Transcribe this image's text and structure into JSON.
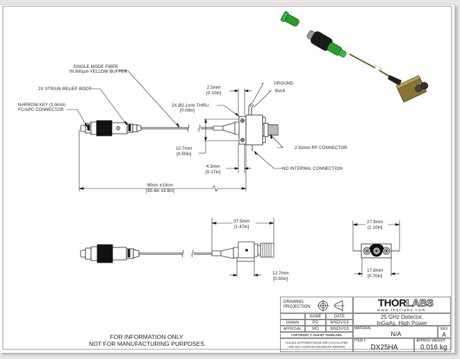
{
  "callouts": {
    "fiber_line1": "SINGLE MODE FIBER",
    "fiber_line2": "IN 900µm YELLOW BUFFER",
    "boot": "2X STRAIN RELIEF BOOT",
    "key_line1": "NARROW KEY (2.0mm)",
    "key_line2": "FC/APC CONNECTOR",
    "thru_line1": "2X Ø2.1mm THRU",
    "thru_line2": "[0.08in]",
    "ground": "GROUND",
    "bias": "BIAS",
    "rf_connector": "2.92mm RF CONNECTOR",
    "no_internal": "NO INTERNAL CONNECTION"
  },
  "dimensions": {
    "d_2_5_mm": "2.5mm",
    "d_2_5_in": "[0.10in]",
    "d_12_7_mm": "12.7mm",
    "d_12_7_in": "[0.50in]",
    "d_4_3_mm": "4.3mm",
    "d_4_3_in": "[0.17in]",
    "d_90_cm": "90cm ±10cm",
    "d_90_in": "[35.4in ±3.9in]",
    "d_37_5_mm": "37.5mm",
    "d_37_5_in": "[1.47in]",
    "d_12_7b_mm": "12.7mm",
    "d_12_7b_in": "[0.50in]",
    "d_27_9_mm": "27.9mm",
    "d_27_9_in": "[1.10in]",
    "d_17_8_mm": "17.8mm",
    "d_17_8_in": "[0.70in]"
  },
  "note": {
    "line1": "FOR INFORMATION ONLY",
    "line2": "NOT FOR MANUFACTURING PURPOSES"
  },
  "title_block": {
    "drawing_projection_line1": "DRAWING",
    "drawing_projection_line2": "PROJECTION",
    "col_name": "NAME",
    "col_date": "DATE",
    "rows": [
      {
        "role": "DRAWN",
        "name": "PG",
        "date": "8/NOV/19"
      },
      {
        "role": "APPROVAL",
        "name": "MO",
        "date": "8/NOV/19"
      }
    ],
    "copyright": "COPYRIGHT © 2019 BY THORLABS",
    "disclaimer_line1": "VALUES IN PARENTHESIS ARE CALCULATED",
    "disclaimer_line2": "AND MAY CONTAIN ROUNDOFF ERRORS",
    "logo_dark": "THOR",
    "logo_light": "LABS",
    "website": "www.thorlabs.com",
    "description_line1": "25 GHz Detector,",
    "description_line2": "InGaAs, High Power",
    "material_label": "MATERIAL",
    "material_value": "N/A",
    "rev_label": "REV",
    "rev_value": "A",
    "item_label": "ITEM #",
    "item_value": "DX25HA",
    "weight_label": "APPROX WEIGHT",
    "weight_value": "0.016",
    "weight_unit": "kg"
  },
  "colors": {
    "line": "#222222",
    "connector_green": "#2e9a2e",
    "body_gold": "#8a7433"
  }
}
